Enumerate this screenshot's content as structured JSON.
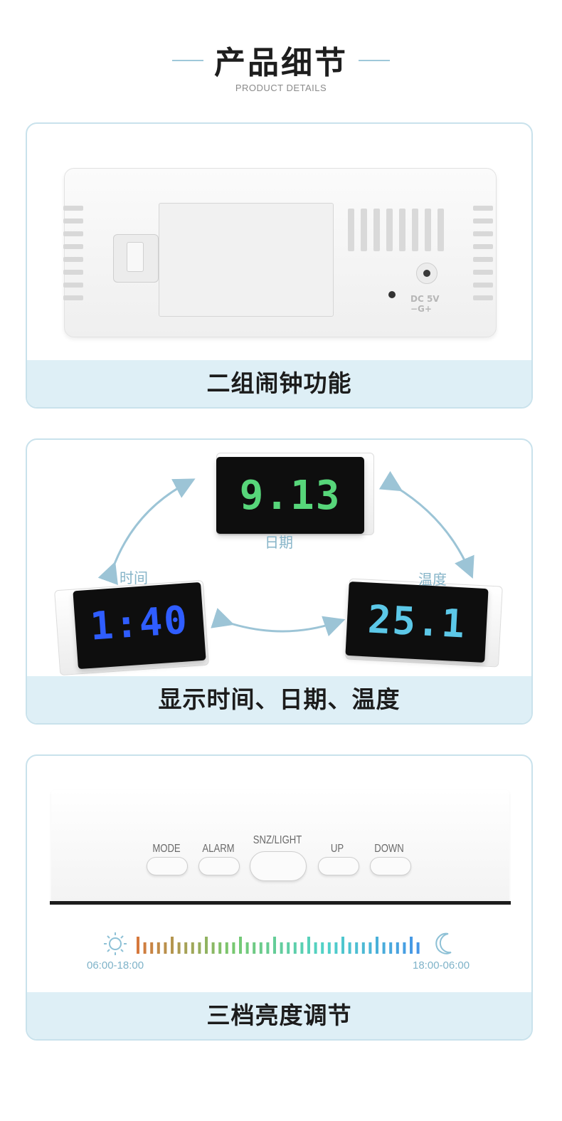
{
  "header": {
    "title": "产品细节",
    "subtitle": "PRODUCT DETAILS"
  },
  "section1": {
    "caption": "二组闹钟功能",
    "dc_label_line1": "DC 5V",
    "dc_label_line2": "−G+"
  },
  "section2": {
    "caption": "显示时间、日期、温度",
    "date_label": "日期",
    "time_label": "时间",
    "temp_label": "温度",
    "date_display": "9.13",
    "time_display": "1:40",
    "temp_display": "25.1",
    "colors": {
      "arrow": "#9cc4d6",
      "time_digits": "#2f5dff"
    }
  },
  "section3": {
    "caption": "三档亮度调节",
    "buttons": [
      "MODE",
      "ALARM",
      "SNZ/LIGHT",
      "UP",
      "DOWN"
    ],
    "day_range": "06:00-18:00",
    "night_range": "18:00-06:00",
    "icons": {
      "day": "sun-icon",
      "night": "moon-icon"
    }
  },
  "colors": {
    "card_border": "#c9e2ec",
    "caption_bg": "#deeff6",
    "accent": "#86b4c8"
  }
}
